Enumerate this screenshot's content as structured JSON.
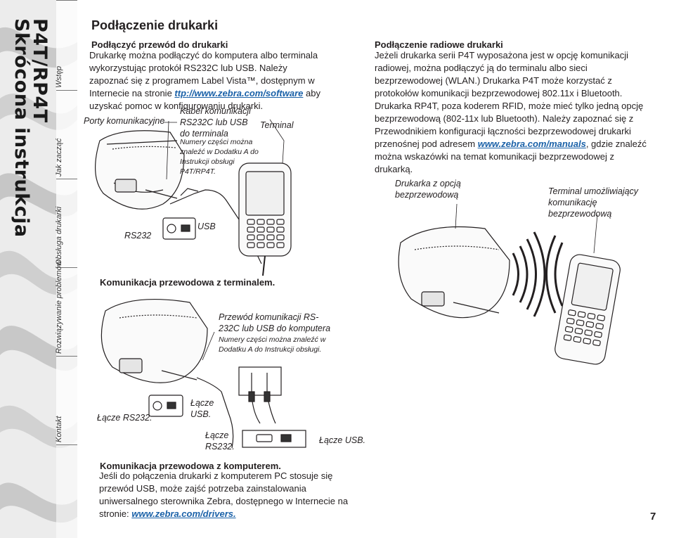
{
  "sidebar": {
    "title_line1": "P4T/RP4T",
    "title_line2": "Skrócona instrukcja",
    "tabs": [
      "Wstęp",
      "Jak zacząć",
      "Obsługa drukarki",
      "Rozwiązywanie problemów",
      "Kontakt"
    ]
  },
  "page": {
    "title": "Podłączenie drukarki",
    "number": "7"
  },
  "wired": {
    "heading": "Podłączyć przewód do drukarki",
    "text_before_link": "Drukarkę można podłączyć do komputera albo terminala wykorzystując protokół RS232C lub USB. Należy zapoznać się z programem Label Vista™, dostępnym w Internecie na stronie ",
    "link": "ttp://www.zebra.com/software",
    "text_after_link": " aby uzyskać pomoc w konfigurowaniu drukarki."
  },
  "figure_terminal": {
    "label_ports": "Porty komunikacyjne",
    "label_cable": "Kabel komunikacji RS232C lub USB do terminala",
    "label_partnumbers": "Numery części można znaleźć w Dodatku A do Instrukcji obsługi P4T/RP4T.",
    "label_terminal": "Terminal",
    "label_rs232": "RS232",
    "label_usb": "USB",
    "caption": "Komunikacja przewodowa z terminalem."
  },
  "figure_computer": {
    "label_cable": "Przewód komunikacji RS-232C lub USB do komputera",
    "label_partnumbers": "Numery części można znaleźć w Dodatku A do Instrukcji obsługi.",
    "label_rs232_left": "Łącze RS232.",
    "label_usb_left": "Łącze USB.",
    "label_rs232_right": "Łącze RS232.",
    "label_usb_right": "Łącze USB.",
    "caption": "Komunikacja przewodowa z komputerem.",
    "note_before_link": "Jeśli do połączenia drukarki z komputerem PC stosuje się przewód USB, może zajść potrzeba zainstalowania uniwersalnego sterownika Zebra, dostępnego w Internecie na stronie: ",
    "note_link": "www.zebra.com/drivers."
  },
  "wireless": {
    "heading": "Podłączenie radiowe drukarki",
    "text_before_link": "Jeżeli drukarka serii P4T wyposażona jest w opcję komunikacji radiowej, można podłączyć ją do terminalu albo sieci bezprzewodowej (WLAN.) Drukarka P4T może korzystać z protokołów komunikacji bezprzewodowej 802.11x i Bluetooth. Drukarka RP4T, poza koderem RFID, może mieć tylko jedną opcję bezprzewodową (802-11x lub Bluetooth). Należy zapoznać się z Przewodnikiem konfiguracji łączności bezprzewodowej drukarki przenośnej pod adresem ",
    "link": "www.zebra.com/manuals",
    "text_after_link": ", gdzie znaleźć można wskazówki na temat komunikacji bezprzewodowej z drukarką.",
    "label_printer": "Drukarka z opcją bezprzewodową",
    "label_terminal": "Terminal umożliwiający komunikację bezprzewodową"
  },
  "colors": {
    "link": "#1a61a8",
    "sidebar_bg": "#e9e9e9"
  }
}
